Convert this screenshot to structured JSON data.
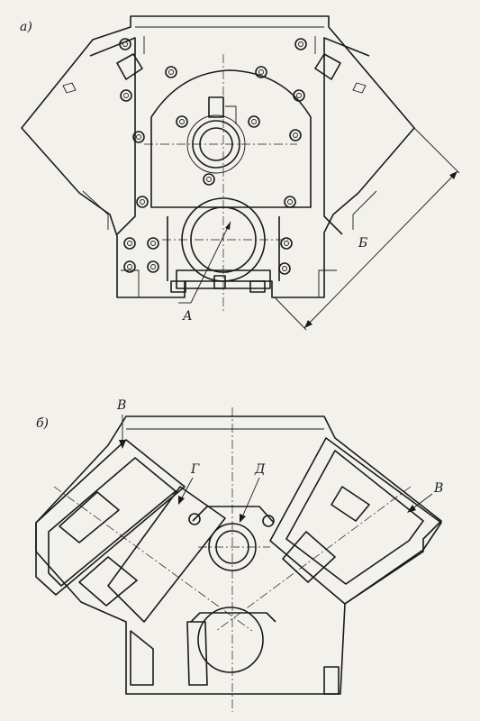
{
  "figure": {
    "view_a_caption": "а)",
    "view_b_caption": "б)",
    "labels": {
      "a": "А",
      "b": "Б",
      "v_left": "В",
      "v_right": "В",
      "g": "Г",
      "d": "Д"
    }
  }
}
